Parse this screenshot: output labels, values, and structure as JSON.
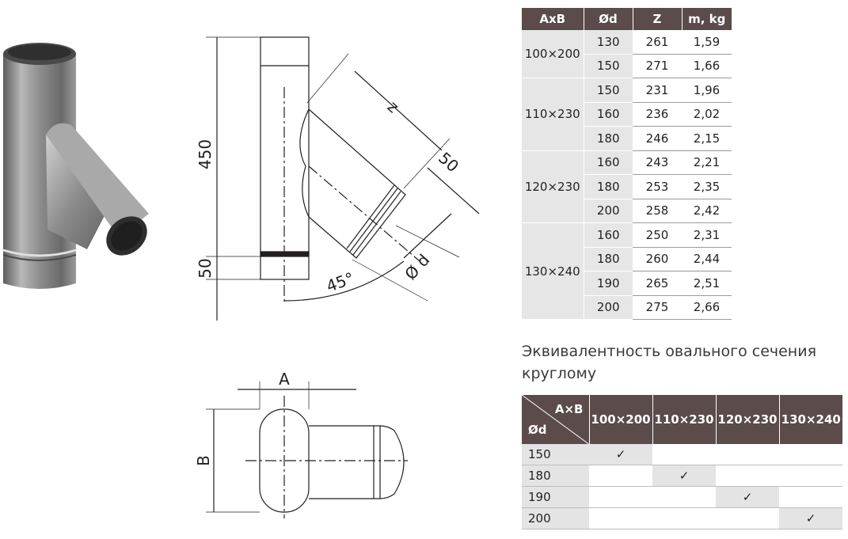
{
  "spec_table": {
    "headers": [
      "AxB",
      "Ød",
      "Z",
      "m, kg"
    ],
    "groups": [
      {
        "size": "100×200",
        "rows": [
          [
            "130",
            "261",
            "1,59"
          ],
          [
            "150",
            "271",
            "1,66"
          ]
        ]
      },
      {
        "size": "110×230",
        "rows": [
          [
            "150",
            "231",
            "1,96"
          ],
          [
            "160",
            "236",
            "2,02"
          ],
          [
            "180",
            "246",
            "2,15"
          ]
        ]
      },
      {
        "size": "120×230",
        "rows": [
          [
            "160",
            "243",
            "2,21"
          ],
          [
            "180",
            "253",
            "2,35"
          ],
          [
            "200",
            "258",
            "2,42"
          ]
        ]
      },
      {
        "size": "130×240",
        "rows": [
          [
            "160",
            "250",
            "2,31"
          ],
          [
            "180",
            "260",
            "2,44"
          ],
          [
            "190",
            "265",
            "2,51"
          ],
          [
            "200",
            "275",
            "2,66"
          ]
        ]
      }
    ]
  },
  "equiv": {
    "caption": "Эквивалентность овального сечения круглому",
    "corner_top": "A×B",
    "corner_bottom": "Ød",
    "columns": [
      "100×200",
      "110×230",
      "120×230",
      "130×240"
    ],
    "check": "✓",
    "rows": [
      {
        "d": "150",
        "col": 0
      },
      {
        "d": "180",
        "col": 1
      },
      {
        "d": "190",
        "col": 2
      },
      {
        "d": "200",
        "col": 3
      }
    ]
  },
  "drawing": {
    "dim_450": "450",
    "dim_50_left": "50",
    "dim_z": "z",
    "dim_50_branch": "50",
    "dim_d": "Ø d",
    "dim_angle": "45°",
    "dim_a": "A",
    "dim_b": "B"
  },
  "colors": {
    "header": "#5b4b4b",
    "shade": "#e6e6e6",
    "metal": "#8a8a8a"
  }
}
